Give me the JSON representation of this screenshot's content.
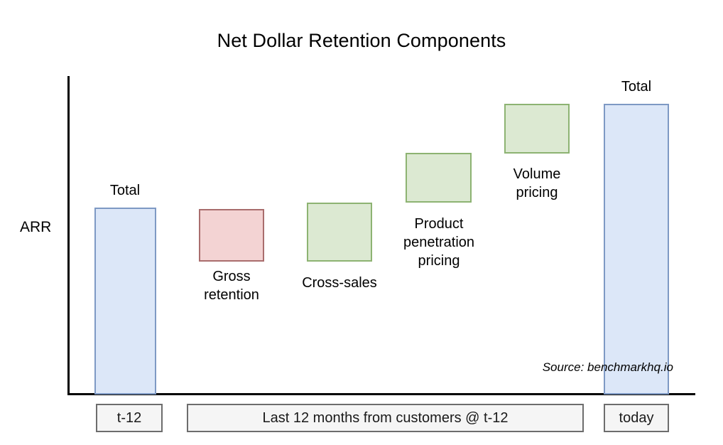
{
  "chart_data": {
    "type": "bar",
    "subtype": "waterfall",
    "title": "Net Dollar Retention Components",
    "xlabel": "",
    "ylabel": "ARR",
    "grid": false,
    "legend": null,
    "axis_ranges": {
      "y_axis_shown": true,
      "y_ticks": []
    },
    "source": "Source: benchmarkhq.io",
    "categories": [
      "Total",
      "Gross retention",
      "Cross-sales",
      "Product penetration pricing",
      "Volume pricing",
      "Total"
    ],
    "bars": [
      {
        "name": "Total",
        "label": "Total",
        "label_position": "above",
        "kind": "total",
        "color": "#dce7f8",
        "border_color": "#7e99c4",
        "base": 0,
        "top": 59,
        "value": 59
      },
      {
        "name": "Gross retention",
        "label": "Gross\nretention",
        "label_position": "below",
        "kind": "negative",
        "color": "#f3d3d3",
        "border_color": "#a96d6d",
        "base": 41,
        "top": 59,
        "value": -18
      },
      {
        "name": "Cross-sales",
        "label": "Cross-sales",
        "label_position": "below",
        "kind": "positive",
        "color": "#dce9d2",
        "border_color": "#8db372",
        "base": 41,
        "top": 60,
        "value": 19
      },
      {
        "name": "Product penetration pricing",
        "label": "Product\npenetration\npricing",
        "label_position": "below",
        "kind": "positive",
        "color": "#dce9d2",
        "border_color": "#8db372",
        "base": 60,
        "top": 76,
        "value": 16
      },
      {
        "name": "Volume pricing",
        "label": "Volume\npricing",
        "label_position": "below",
        "kind": "positive",
        "color": "#dce9d2",
        "border_color": "#8db372",
        "base": 76,
        "top": 92,
        "value": 16
      },
      {
        "name": "Total today",
        "label": "Total",
        "label_position": "above",
        "kind": "total",
        "color": "#dce7f8",
        "border_color": "#7e99c4",
        "base": 0,
        "top": 92,
        "value": 92
      }
    ],
    "x_category_boxes": [
      {
        "label": "t-12"
      },
      {
        "label": "Last 12 months from customers @ t-12"
      },
      {
        "label": "today"
      }
    ]
  },
  "chart": {
    "title": "Net Dollar Retention Components",
    "y_axis_label": "ARR",
    "source": "Source: benchmarkhq.io",
    "bar_labels": {
      "total_start": "Total",
      "gross_retention": "Gross\nretention",
      "cross_sales": "Cross-sales",
      "product_penetration": "Product\npenetration\npricing",
      "volume_pricing": "Volume\npricing",
      "total_end": "Total"
    },
    "category_boxes": {
      "start": "t-12",
      "middle": "Last 12 months from customers @ t-12",
      "end": "today"
    },
    "colors": {
      "total_fill": "#dce7f8",
      "total_border": "#7e99c4",
      "negative_fill": "#f3d3d3",
      "negative_border": "#a96d6d",
      "positive_fill": "#dce9d2",
      "positive_border": "#8db372",
      "axis": "#000000",
      "box_fill": "#f5f5f5",
      "box_border": "#6d6d6d",
      "background": "#ffffff"
    }
  }
}
